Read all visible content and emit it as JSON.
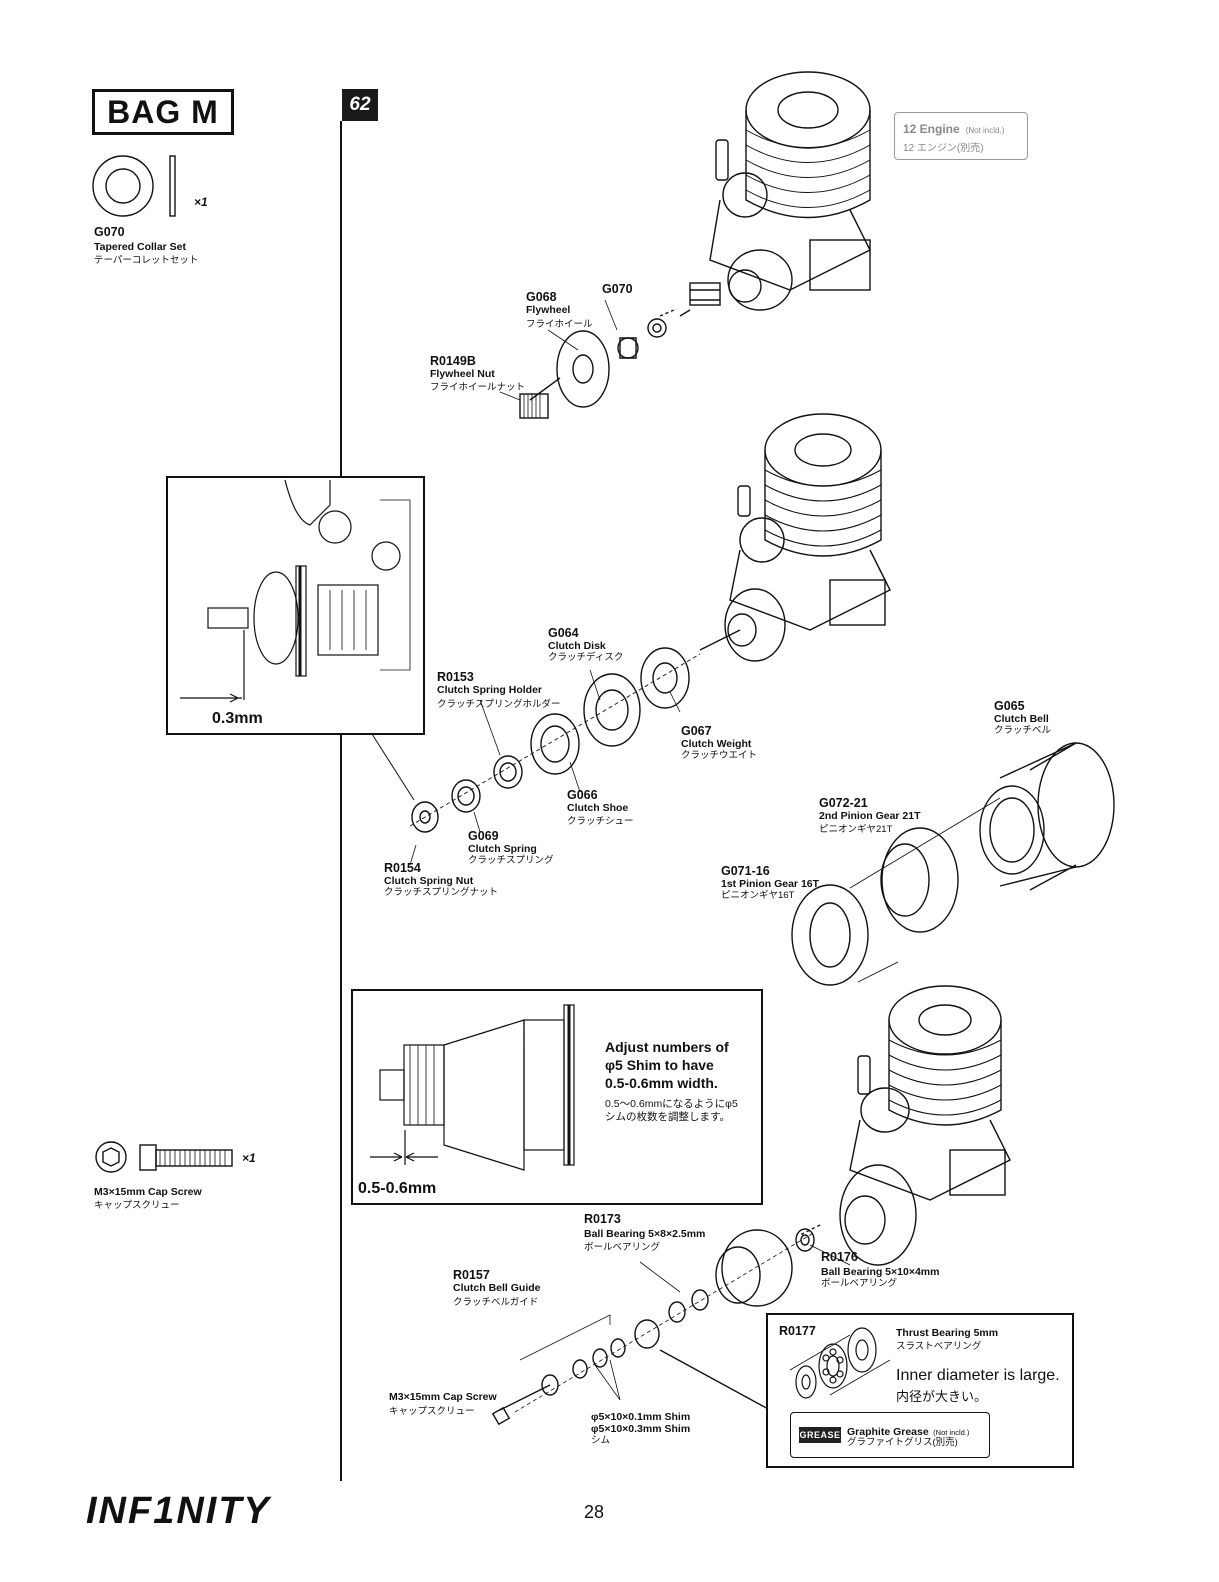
{
  "header": {
    "bag_label": "BAG M",
    "step_number": "62"
  },
  "parts_box": {
    "collar": {
      "code": "G070",
      "name": "Tapered Collar Set",
      "jp": "テーパーコレットセット",
      "qty": "×1"
    },
    "screw": {
      "name": "M3×15mm Cap Screw",
      "jp": "キャップスクリュー",
      "qty": "×1"
    }
  },
  "engine_callout": {
    "title": "12 Engine",
    "note": "(Not incld.)",
    "jp": "12 エンジン(別売)"
  },
  "top_group": [
    {
      "code": "G068",
      "name": "Flywheel",
      "jp": "フライホイール"
    },
    {
      "code": "G070",
      "name": "",
      "jp": ""
    },
    {
      "code": "R0149B",
      "name": "Flywheel Nut",
      "jp": "フライホイールナット"
    }
  ],
  "detail_1": {
    "measure": "0.3mm"
  },
  "middle_group": [
    {
      "code": "G064",
      "name": "Clutch Disk",
      "jp": "クラッチディスク"
    },
    {
      "code": "R0153",
      "name": "Clutch Spring Holder",
      "jp": "クラッチスプリングホルダー"
    },
    {
      "code": "G067",
      "name": "Clutch Weight",
      "jp": "クラッチウエイト"
    },
    {
      "code": "G066",
      "name": "Clutch Shoe",
      "jp": "クラッチシュー"
    },
    {
      "code": "G069",
      "name": "Clutch Spring",
      "jp": "クラッチスプリング"
    },
    {
      "code": "R0154",
      "name": "Clutch Spring Nut",
      "jp": "クラッチスプリングナット"
    },
    {
      "code": "G065",
      "name": "Clutch Bell",
      "jp": "クラッチベル"
    },
    {
      "code": "G072-21",
      "name": "2nd Pinion Gear 21T",
      "jp": "ピニオンギヤ21T"
    },
    {
      "code": "G071-16",
      "name": "1st Pinion Gear 16T",
      "jp": "ピニオンギヤ16T"
    }
  ],
  "detail_2": {
    "line1": "Adjust numbers of",
    "line2": "φ5 Shim to have",
    "line3": "0.5-0.6mm width.",
    "jp1": "0.5〜0.6mmになるようにφ5",
    "jp2": "シムの枚数を調整します。",
    "measure": "0.5-0.6mm"
  },
  "bottom_group": [
    {
      "code": "R0173",
      "name": "Ball Bearing 5×8×2.5mm",
      "jp": "ボールベアリング"
    },
    {
      "code": "R0176",
      "name": "Ball Bearing 5×10×4mm",
      "jp": "ボールベアリング"
    },
    {
      "code": "R0157",
      "name": "Clutch Bell Guide",
      "jp": "クラッチベルガイド"
    },
    {
      "code": "",
      "name": "M3×15mm Cap Screw",
      "jp": "キャップスクリュー"
    }
  ],
  "shim": {
    "line1": "φ5×10×0.1mm Shim",
    "line2": "φ5×10×0.3mm Shim",
    "jp": "シム"
  },
  "thrust_box": {
    "code": "R0177",
    "name": "Thrust Bearing 5mm",
    "jp": "スラストベアリング",
    "note": "Inner diameter is large.",
    "note_jp": "内径が大きい。",
    "grease_icon": "GREASE",
    "grease": "Graphite Grease",
    "grease_note": "(Not incld.)",
    "grease_jp": "グラファイトグリス(別売)"
  },
  "footer": {
    "brand": "INF1NITY",
    "page": "28"
  }
}
